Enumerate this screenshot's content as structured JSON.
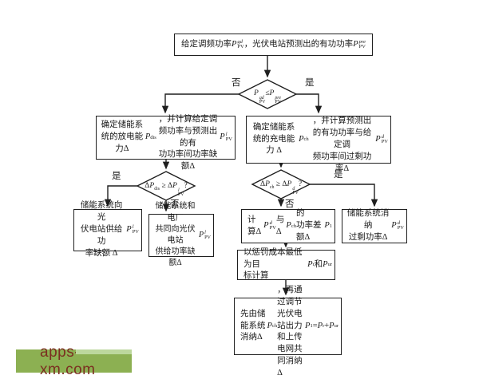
{
  "labels": {
    "yes": "是",
    "no": "否"
  },
  "watermark": {
    "text": "apps-xm.com",
    "bg": "#8cb052",
    "strip": "#bcd79c",
    "fg": "#7b2f20"
  },
  "nodes": {
    "top": "给定调频功率 {P|PV|gd}，光伏电站预测出的有功功率 {P|PV|pre}",
    "decision_main": "{P|PV|gd}≤{P|PV|pre}",
    "discharge": "确定储能系统的放电能力{ΔP|dis|}\n，并计算给定调频功率与预测出的有\n功功率间功率缺额{ΔP|PV|l}",
    "charge": "确定储能系统的充电能力 {ΔP|ch|}\n，并计算预测出的有功功率与给定调\n频功率间过剩功率{ΔP|PV|d}",
    "decision_discharge": "{ΔP|dis|} ≥ {ΔP|PV|l}?",
    "decision_charge": "{ΔP|ch|} ≥ {ΔP|PV|d}?",
    "supply_storage": "储能系统向光\n伏电站供给功\n率缺额 {ΔP|PV|l}",
    "supply_joint": "储能系统和电厂\n共同向光伏电站\n供给功率缺额{ΔP|PV|l}",
    "power_gap": "计算{ΔP|PV|d}与{ΔP|ch|} 的\n功率差额{ΔP|1|}",
    "absorb_surplus": "储能系统消纳\n过剩功率{ΔP|PV|d}",
    "penalty_cost": "以惩罚成本最低为目\n标计算{P|r|}和{P|ur|}",
    "absorb_joint": "先由储能系统消纳{ΔP|ch|}\n，再通过调节光伏电\n站出力和上传电网共\n同消纳 {ΔP|1|} = {P|r|} + {P|ur|}"
  }
}
